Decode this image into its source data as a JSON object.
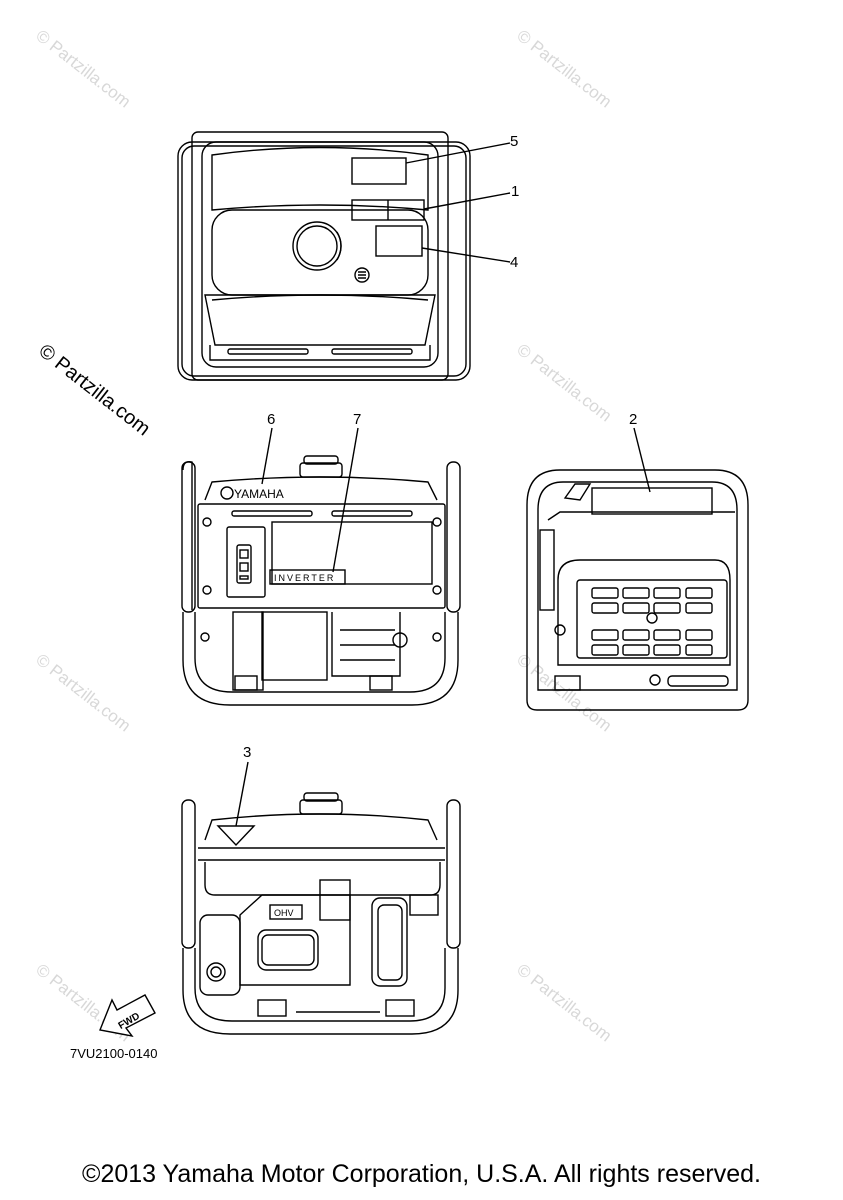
{
  "callouts": [
    "5",
    "1",
    "4",
    "6",
    "7",
    "2",
    "3"
  ],
  "labels": {
    "brand": "YAMAHA",
    "inverter": "INVERTER",
    "ohv": "OHV",
    "fwd": "FWD"
  },
  "watermark": "© Partzilla.com",
  "part_code": "7VU2100-0140",
  "copyright": "©2013 Yamaha Motor Corporation, U.S.A. All rights reserved.",
  "colors": {
    "line": "#000000",
    "watermark": "#d8d8d8"
  }
}
